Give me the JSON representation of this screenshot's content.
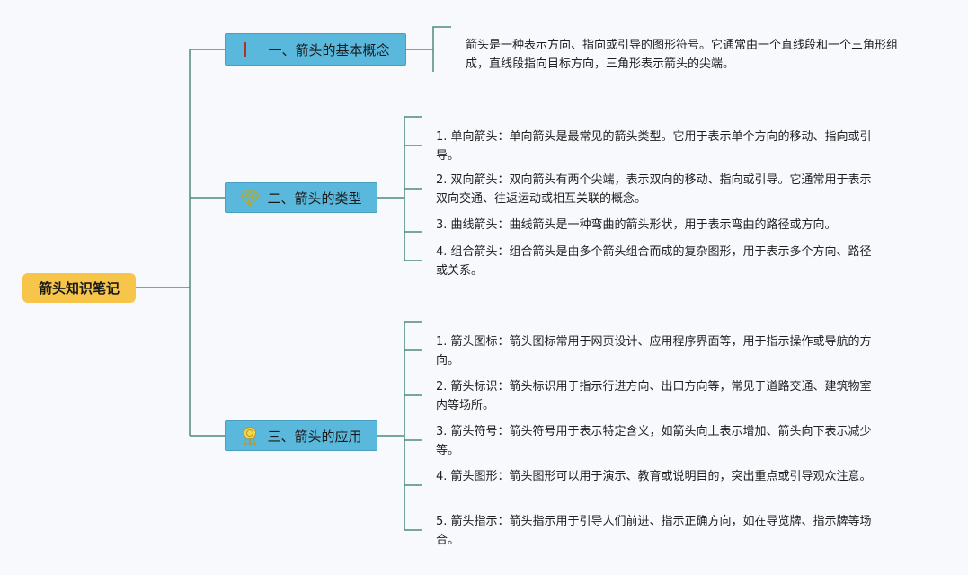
{
  "root": {
    "label": "箭头知识笔记"
  },
  "branches": [
    {
      "label": "一、箭头的基本概念",
      "icon": "red-flag-icon",
      "items": [
        "箭头是一种表示方向、指向或引导的图形符号。它通常由一个直线段和一个三角形组成，直线段指向目标方向，三角形表示箭头的尖端。"
      ]
    },
    {
      "label": "二、箭头的类型",
      "icon": "diamond-icon",
      "items": [
        "1. 单向箭头：单向箭头是最常见的箭头类型。它用于表示单个方向的移动、指向或引导。",
        "2. 双向箭头：双向箭头有两个尖端，表示双向的移动、指向或引导。它通常用于表示双向交通、往返运动或相互关联的概念。",
        "3. 曲线箭头：曲线箭头是一种弯曲的箭头形状，用于表示弯曲的路径或方向。",
        "4. 组合箭头：组合箭头是由多个箭头组合而成的复杂图形，用于表示多个方向、路径或关系。"
      ]
    },
    {
      "label": "三、箭头的应用",
      "icon": "award-ribbon-icon",
      "items": [
        "1. 箭头图标：箭头图标常用于网页设计、应用程序界面等，用于指示操作或导航的方向。",
        "2. 箭头标识：箭头标识用于指示行进方向、出口方向等，常见于道路交通、建筑物室内等场所。",
        "3. 箭头符号：箭头符号用于表示特定含义，如箭头向上表示增加、箭头向下表示减少等。",
        "4. 箭头图形：箭头图形可以用于演示、教育或说明目的，突出重点或引导观众注意。",
        "5. 箭头指示：箭头指示用于引导人们前进、指示正确方向，如在导览牌、指示牌等场合。"
      ]
    }
  ],
  "colors": {
    "root": "#f7c54a",
    "topic": "#5ab8dc",
    "connector": "#4d8c7c",
    "background": "#f7f9fd"
  }
}
